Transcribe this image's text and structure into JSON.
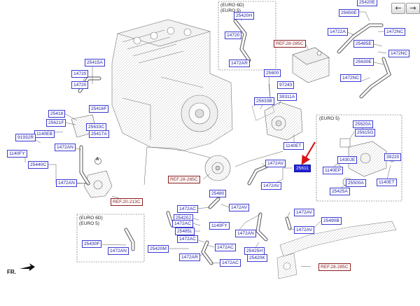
{
  "nav": {
    "prev_glyph": "←",
    "next_glyph": "→"
  },
  "colors": {
    "label_text": "#1a1aa8",
    "label_border": "#3a3ad0",
    "ref_text": "#8a1d1d",
    "highlight_fill": "#2323d8",
    "pointer_arrow": "#d81616"
  },
  "groups": {
    "top_box": "(EURO 6D)\n(EURO 5)",
    "bottom_left_box": "(EURO 6D)\n(EURO 5)",
    "right_box": "(EURO 5)"
  },
  "markers": {
    "circle_a": "A",
    "front": "FR."
  },
  "parts": {
    "p25415A": "25415A",
    "p14720_l1": "14720",
    "p14720_l2": "14720",
    "p25416F": "25416F",
    "p25418": "25418",
    "p25621F": "25621F",
    "p1140EB": "1140EB",
    "p91932R": "91932R",
    "p25633C": "25633C",
    "p25417A": "25417A",
    "p1472AN_l1": "1472AN",
    "p1140FY": "1140FY",
    "p25440C": "25440C",
    "p1472AN_l2": "1472AN",
    "p25420H_top": "25420H",
    "p14720_top": "14720",
    "p1472AR_top": "1472AR",
    "p25420E": "25420E",
    "p25650E": "25650E",
    "p14722A": "14722A",
    "p1472NC_1": "1472NC",
    "p25485E": "25485E",
    "p1472NC_2": "1472NC",
    "p25630E": "25630E",
    "p1472NC_3": "1472NC",
    "p25600": "25600",
    "p97243": "97243",
    "p25633B": "25633B",
    "p39311A": "39311A",
    "p1140ET_mid": "1140ET",
    "p1472AV_1": "1472AV",
    "p25611": "25611",
    "p1472AV_2": "1472AV",
    "p25620A": "25620A",
    "p25615G": "25615G",
    "p1430JE": "1430JE",
    "p39220": "39220",
    "p1140EP": "1140EP",
    "p25500A": "25500A",
    "p1140ET_r": "1140ET",
    "p25425A": "25425A",
    "p25480": "25480",
    "p1472AC_1": "1472AC",
    "p1472AV_3": "1472AV",
    "p25420J": "25420J",
    "p1472AC_2": "1472AC",
    "p1140FY_b": "1140FY",
    "p25485L": "25485L",
    "p1472AC_3": "1472AC",
    "p25420M": "25420M",
    "p1472AN_b": "1472AN",
    "p1472AC_4": "1472AC",
    "p1472AR_b": "1472AR",
    "p25425H": "25425H",
    "p1472AC_5": "1472AC",
    "p25420K": "25420K",
    "p1472AV_4": "1472AV",
    "p25490B": "25490B",
    "p1472AV_5": "1472AV",
    "p25430F": "25430F",
    "p1472AN_bl": "1472AN"
  },
  "references": {
    "ref_28_285C_top": "REF.28-285C",
    "ref_28_285C_mid": "REF.28-285C",
    "ref_20_213C": "REF.20-213C",
    "ref_28_285C_bot": "REF.28-285C"
  }
}
